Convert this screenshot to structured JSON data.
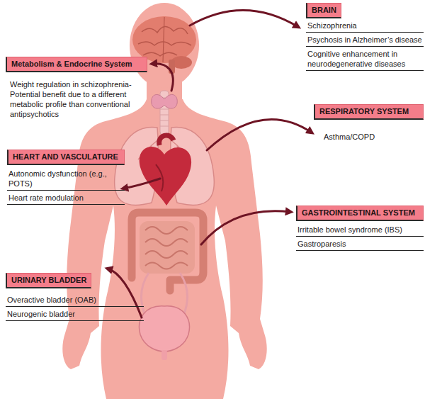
{
  "diagram": {
    "nodes": [
      {
        "text": [
          "BRAIN",
          "Schizophrenia",
          "Psychosis in Alzheimer’s disease",
          "Cognitive enhancement in neurodegenerative diseases"
        ]
      },
      {
        "text": [
          "Metabolism & Endocrine System",
          "Weight regulation in schizophrenia- Potential benefit due to a different metabolic profile than conventional antipsychotics"
        ]
      },
      {
        "text": [
          "RESPIRATORY SYSTEM",
          "Asthma/COPD"
        ]
      },
      {
        "text": [
          "HEART AND VASCULATURE",
          "Autonomic dysfunction (e.g., POTS)",
          "Heart rate modulation"
        ]
      },
      {
        "text": [
          "GASTROINTESTINAL SYSTEM",
          "Irritable bowel syndrome (IBS)",
          "Gastroparesis"
        ]
      },
      {
        "text": [
          "URINARY BLADDER",
          "Overactive bladder (OAB)",
          "Neurogenic bladder"
        ]
      }
    ]
  }
}
